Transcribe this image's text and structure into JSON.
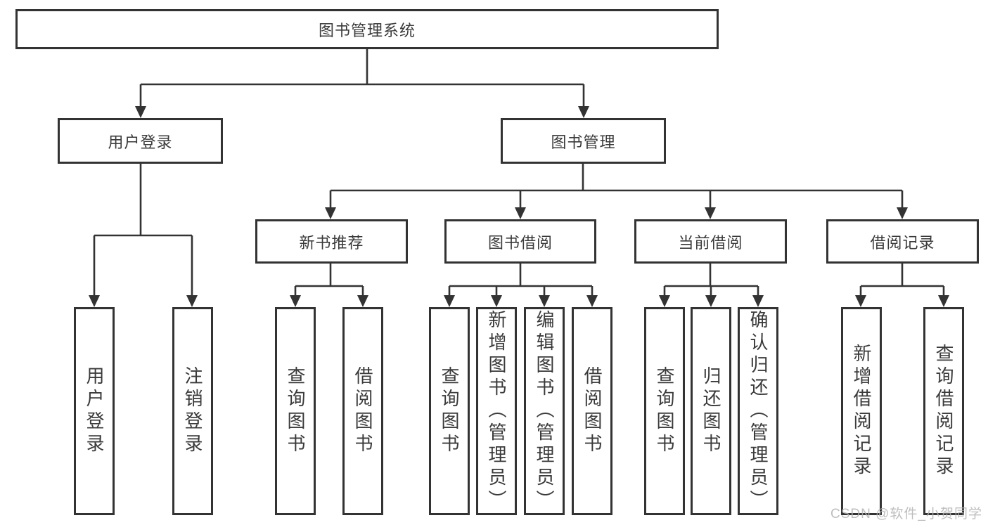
{
  "diagram": {
    "root": {
      "label": "图书管理系统"
    },
    "level2": [
      {
        "label": "用户登录"
      },
      {
        "label": "图书管理"
      }
    ],
    "level3": [
      {
        "label": "新书推荐"
      },
      {
        "label": "图书借阅"
      },
      {
        "label": "当前借阅"
      },
      {
        "label": "借阅记录"
      }
    ],
    "leaves": [
      {
        "label": "用户登录"
      },
      {
        "label": "注销登录"
      },
      {
        "label": "查询图书"
      },
      {
        "label": "借阅图书"
      },
      {
        "label": "查询图书"
      },
      {
        "label": "新增图书（管理员）"
      },
      {
        "label": "编辑图书（管理员）"
      },
      {
        "label": "借阅图书"
      },
      {
        "label": "查询图书"
      },
      {
        "label": "归还图书"
      },
      {
        "label": "确认归还（管理员）"
      },
      {
        "label": "新增借阅记录"
      },
      {
        "label": "查询借阅记录"
      }
    ],
    "watermark": "CSDN @软件_小贺同学",
    "colors": {
      "line": "#333333",
      "box_border": "#333333",
      "text": "#3a3a3a",
      "watermark": "#b3b3b3",
      "background": "#ffffff"
    }
  }
}
